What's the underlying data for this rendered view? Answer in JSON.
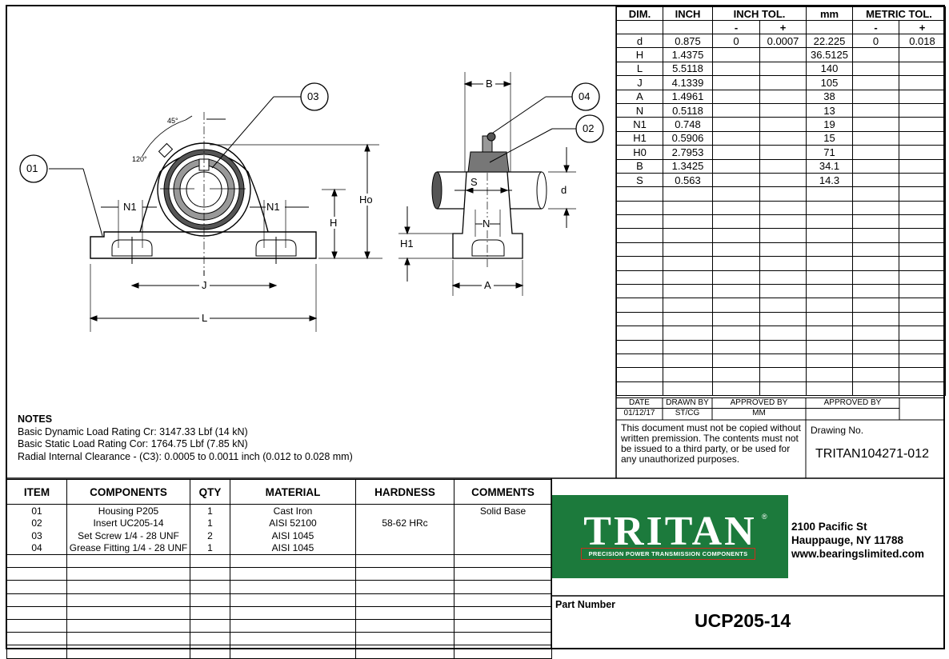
{
  "dimension_table": {
    "headers": {
      "dim": "DIM.",
      "inch": "INCH",
      "inch_tol": "INCH TOL.",
      "mm": "mm",
      "metric_tol": "METRIC TOL.",
      "minus": "-",
      "plus": "+"
    },
    "rows": [
      {
        "dim": "d",
        "inch": "0.875",
        "inch_minus": "0",
        "inch_plus": "0.0007",
        "mm": "22.225",
        "mm_minus": "0",
        "mm_plus": "0.018"
      },
      {
        "dim": "H",
        "inch": "1.4375",
        "inch_minus": "",
        "inch_plus": "",
        "mm": "36.5125",
        "mm_minus": "",
        "mm_plus": ""
      },
      {
        "dim": "L",
        "inch": "5.5118",
        "inch_minus": "",
        "inch_plus": "",
        "mm": "140",
        "mm_minus": "",
        "mm_plus": ""
      },
      {
        "dim": "J",
        "inch": "4.1339",
        "inch_minus": "",
        "inch_plus": "",
        "mm": "105",
        "mm_minus": "",
        "mm_plus": ""
      },
      {
        "dim": "A",
        "inch": "1.4961",
        "inch_minus": "",
        "inch_plus": "",
        "mm": "38",
        "mm_minus": "",
        "mm_plus": ""
      },
      {
        "dim": "N",
        "inch": "0.5118",
        "inch_minus": "",
        "inch_plus": "",
        "mm": "13",
        "mm_minus": "",
        "mm_plus": ""
      },
      {
        "dim": "N1",
        "inch": "0.748",
        "inch_minus": "",
        "inch_plus": "",
        "mm": "19",
        "mm_minus": "",
        "mm_plus": ""
      },
      {
        "dim": "H1",
        "inch": "0.5906",
        "inch_minus": "",
        "inch_plus": "",
        "mm": "15",
        "mm_minus": "",
        "mm_plus": ""
      },
      {
        "dim": "H0",
        "inch": "2.7953",
        "inch_minus": "",
        "inch_plus": "",
        "mm": "71",
        "mm_minus": "",
        "mm_plus": ""
      },
      {
        "dim": "B",
        "inch": "1.3425",
        "inch_minus": "",
        "inch_plus": "",
        "mm": "34.1",
        "mm_minus": "",
        "mm_plus": ""
      },
      {
        "dim": "S",
        "inch": "0.563",
        "inch_minus": "",
        "inch_plus": "",
        "mm": "14.3",
        "mm_minus": "",
        "mm_plus": ""
      }
    ],
    "empty_rows": 15
  },
  "approval": {
    "date_label": "DATE",
    "drawn_by_label": "DRAWN BY",
    "approved_by_label_1": "APPROVED BY",
    "approved_by_label_2": "APPROVED BY",
    "date": "01/12/17",
    "drawn_by": "ST/CG",
    "approved_by": "MM"
  },
  "disclaimer": "This document must not be copied without written premission. The contents must not be issued to a third party, or be used for any unauthorized purposes.",
  "drawing": {
    "label": "Drawing No.",
    "number": "TRITAN104271-012"
  },
  "notes": {
    "title": "NOTES",
    "lines": [
      "Basic Dynamic Load Rating Cr: 3147.33 Lbf (14 kN)",
      "Basic Static Load Rating Cor: 1764.75 Lbf (7.85 kN)",
      "Radial Internal Clearance - (C3): 0.0005 to 0.0011 inch (0.012 to 0.028 mm)"
    ]
  },
  "components": {
    "headers": {
      "item": "ITEM",
      "components": "COMPONENTS",
      "qty": "QTY",
      "material": "MATERIAL",
      "hardness": "HARDNESS",
      "comments": "COMMENTS"
    },
    "rows": [
      {
        "item": "01",
        "component": "Housing P205",
        "qty": "1",
        "material": "Cast Iron",
        "hardness": "",
        "comments": "Solid Base"
      },
      {
        "item": "02",
        "component": "Insert UC205-14",
        "qty": "1",
        "material": "AISI 52100",
        "hardness": "58-62 HRc",
        "comments": ""
      },
      {
        "item": "03",
        "component": "Set Screw  1/4 - 28 UNF",
        "qty": "2",
        "material": "AISI 1045",
        "hardness": "",
        "comments": ""
      },
      {
        "item": "04",
        "component": "Grease Fitting 1/4 - 28 UNF",
        "qty": "1",
        "material": "AISI 1045",
        "hardness": "",
        "comments": ""
      }
    ],
    "empty_rows": 8
  },
  "brand": {
    "logo_word": "TRITAN",
    "registered": "®",
    "tagline": "PRECISION POWER TRANSMISSION COMPONENTS",
    "colors": {
      "green": "#1c7a3c",
      "red": "#c8311f"
    }
  },
  "address": {
    "line1": "2100 Pacific St",
    "line2": "Hauppauge, NY 11788",
    "line3": "www.bearingslimited.com"
  },
  "part": {
    "label": "Part Number",
    "number": "UCP205-14"
  },
  "callouts": {
    "c01": "01",
    "c02": "02",
    "c03": "03",
    "c04": "04"
  },
  "drawing_labels": {
    "angle1": "45°",
    "angle2": "120°",
    "N1_left": "N1",
    "N1_right": "N1",
    "J": "J",
    "L": "L",
    "H": "H",
    "H0": "Ho",
    "B": "B",
    "S": "S",
    "d": "d",
    "N": "N",
    "H1": "H1",
    "A": "A"
  }
}
